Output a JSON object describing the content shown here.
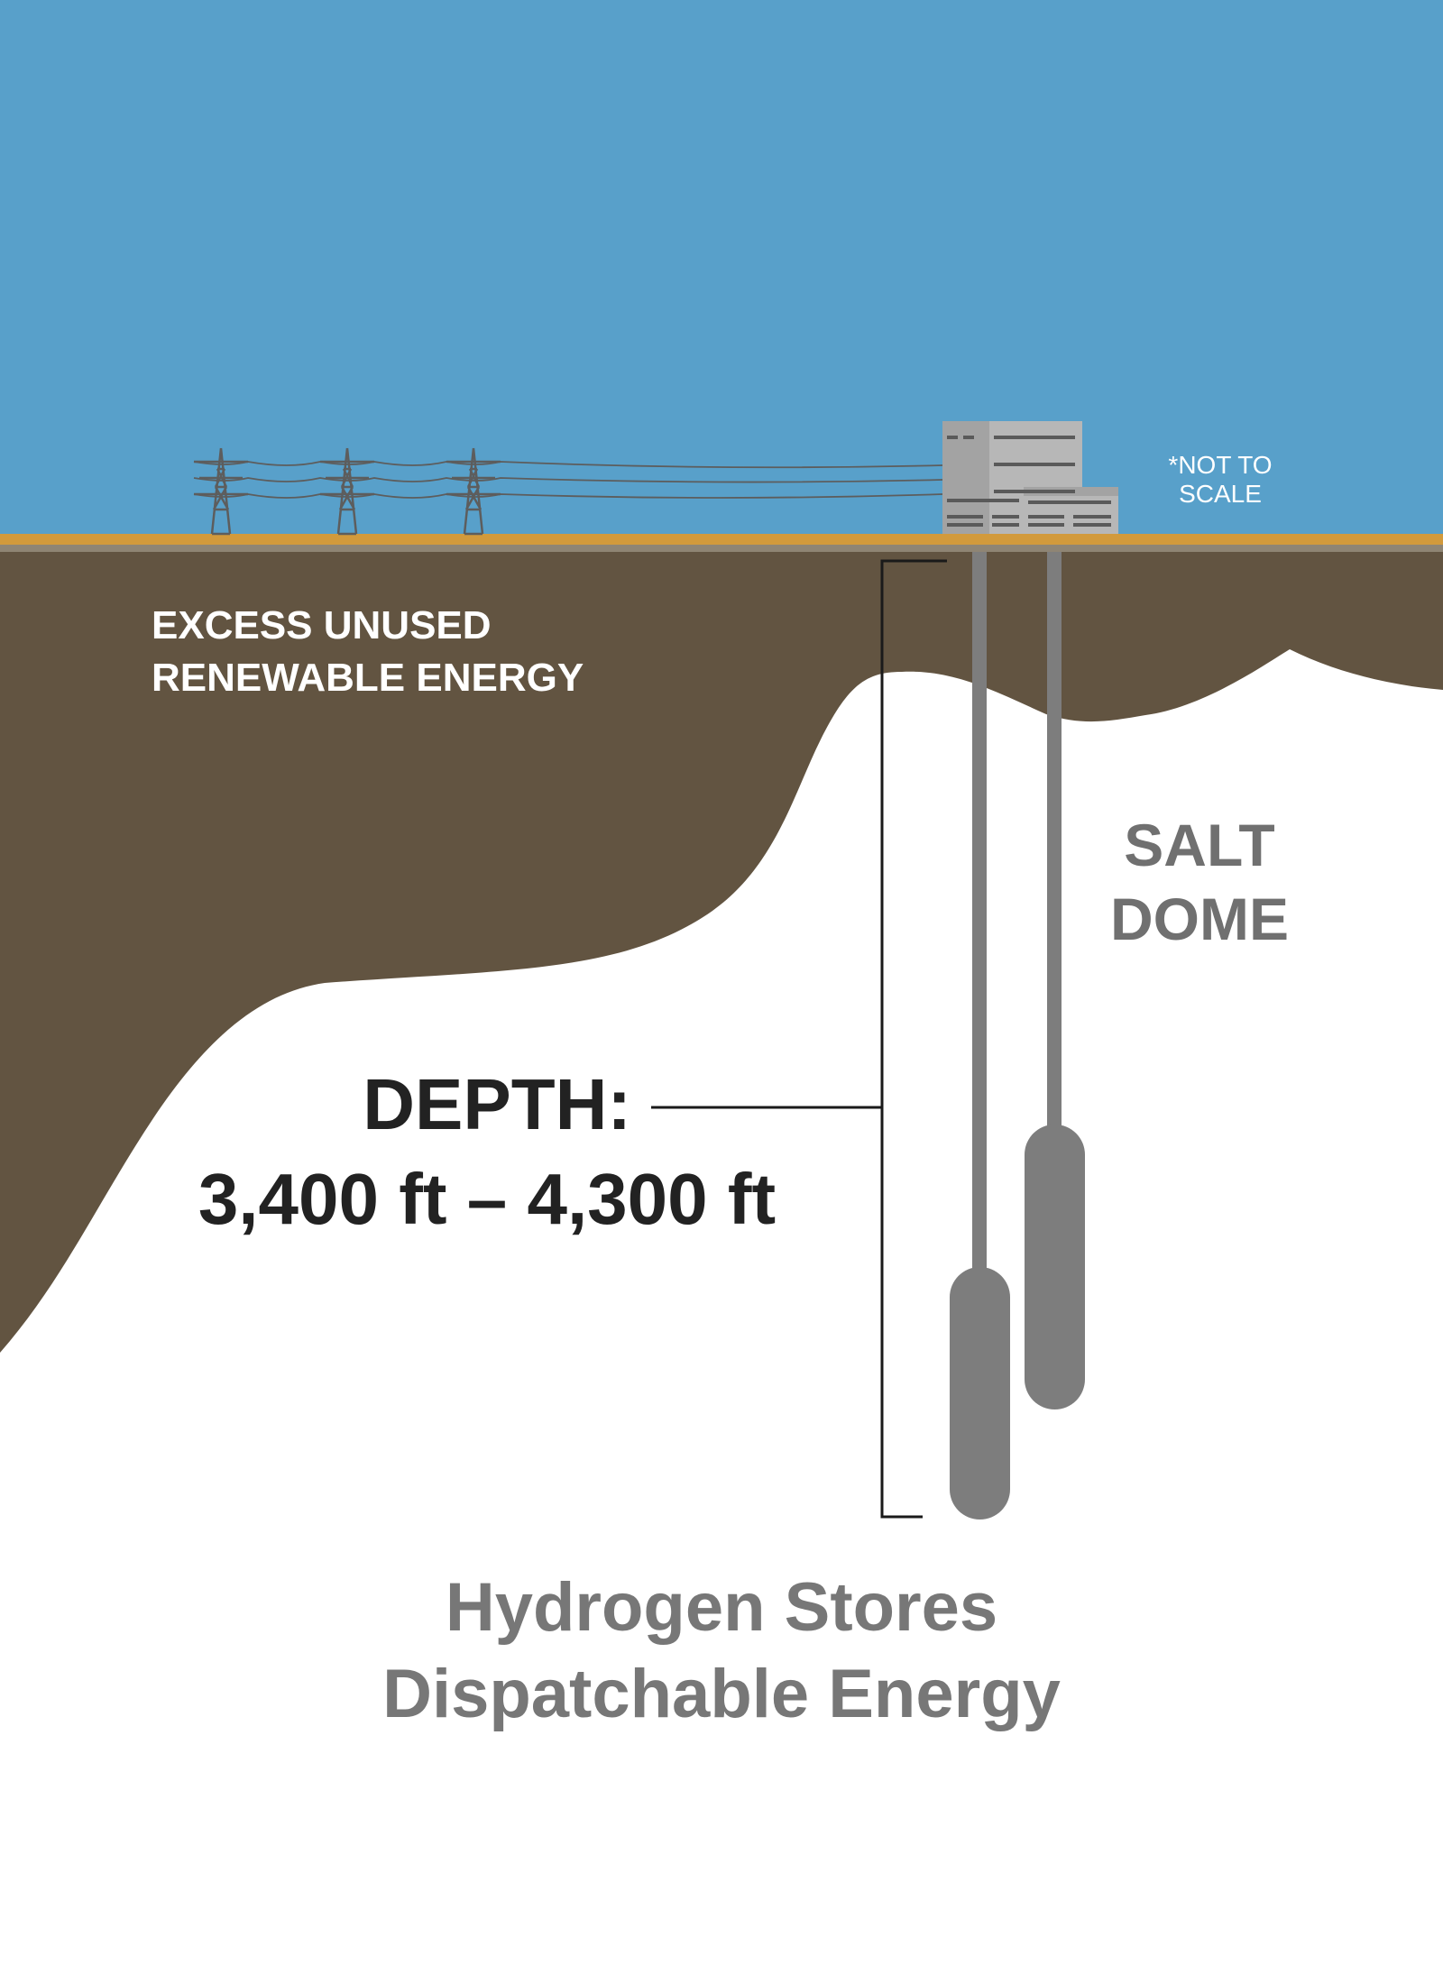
{
  "colors": {
    "sky": "#58a0ca",
    "ground_strip": "#d29a3c",
    "ground_strip_lower": "#8f8574",
    "earth": "#625441",
    "salt_dome": "#ffffff",
    "pipe": "#7d7d7d",
    "building_main": "#b7b7b7",
    "building_shade": "#a3a3a3",
    "pylon": "#5d5d5d",
    "depth_text": "#222222",
    "caption_text": "#777777",
    "salt_text": "#707070"
  },
  "icons": {
    "transmission_tower": "transmission-tower-icon",
    "facility": "power-facility-icon"
  },
  "labels": {
    "excess_line1": "EXCESS UNUSED",
    "excess_line2": "RENEWABLE ENERGY",
    "note_line1": "*NOT TO",
    "note_line2": "SCALE",
    "salt_line1": "SALT",
    "salt_line2": "DOME",
    "depth_title": "DEPTH:",
    "depth_range": "3,400 ft – 4,300 ft",
    "caption_line1": "Hydrogen Stores",
    "caption_line2": "Dispatchable Energy"
  }
}
